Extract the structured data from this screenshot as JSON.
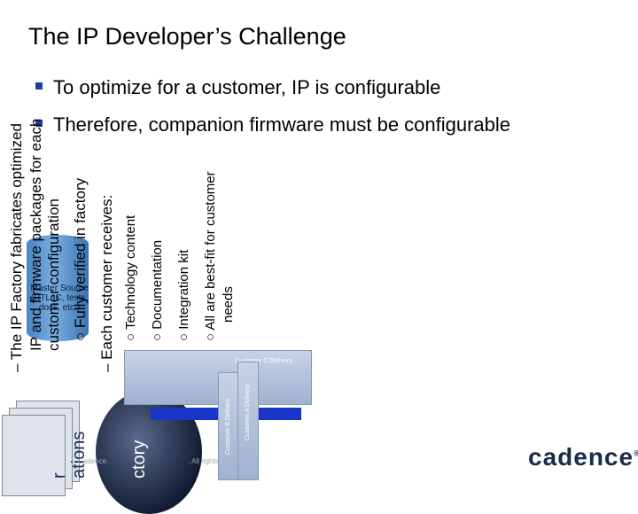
{
  "slide": {
    "title": "The IP Developer’s Challenge",
    "bullets": [
      "To optimize for a customer, IP is configurable",
      "Therefore, companion firmware must be configurable"
    ],
    "rotated": {
      "l1": "– The IP Factory fabricates optimized",
      "l2": "IP and firmware packages for each",
      "l3": "customer configuration",
      "l4": "○  Fully verified in factory",
      "l5": "– Each customer receives:",
      "l6": "○  Technology content",
      "l7": "○  Documentation",
      "l8": "○  Integration kit",
      "l9": "○  All are best-fit for customer",
      "l10": "needs"
    },
    "diagram": {
      "master_source": "Master Source (RTL, C, tests, docs, etc.)",
      "customer_c": "Customer C Delivery",
      "customer_b": "Customer B Delivery",
      "customer_a": "Customer A Delivery",
      "factory_label": "ctory",
      "configs_label_1": "r",
      "configs_label_2": "ations"
    },
    "footer": {
      "copyright": "Cadence",
      "rights": ". All rights",
      "logo": "cadence",
      "logo_mark": "®"
    }
  }
}
